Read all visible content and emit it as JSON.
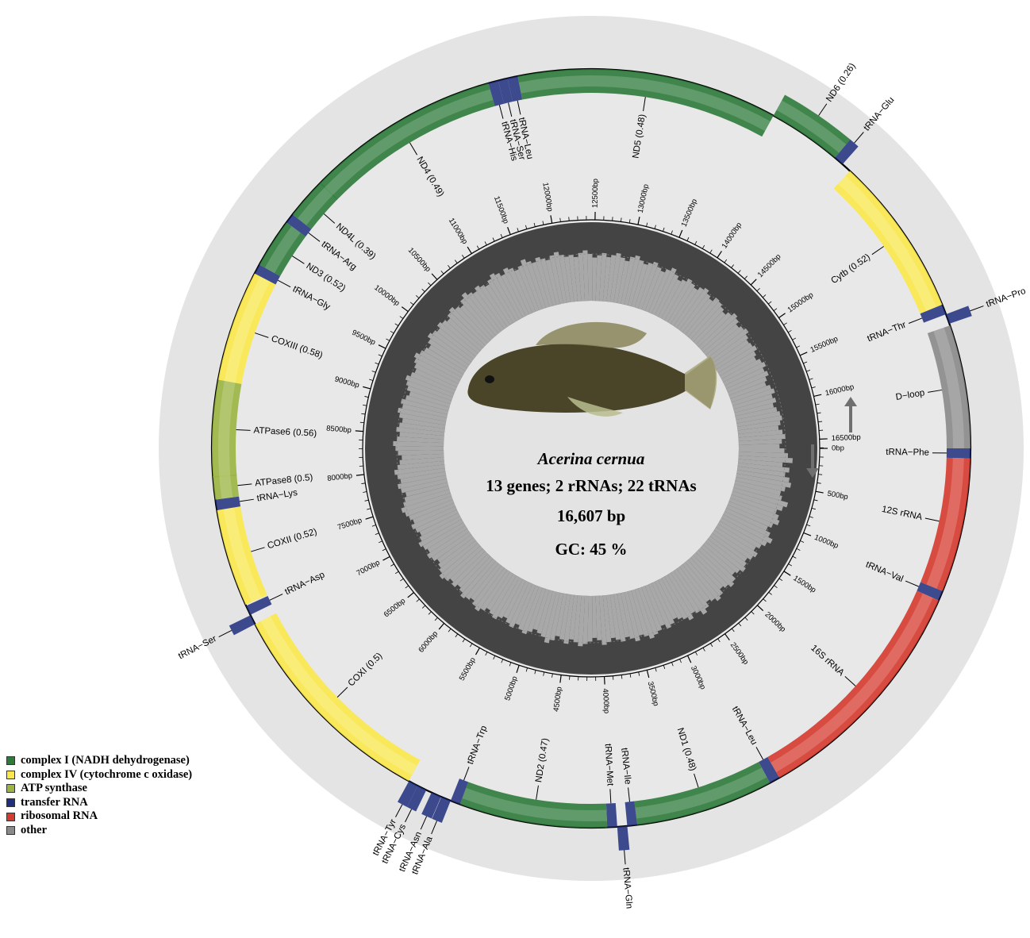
{
  "species": "Acerina cernua",
  "summary": {
    "genes": "13 genes; 2 rRNAs; 22 tRNAs",
    "length": "16,607 bp",
    "gc": "GC: 45 %"
  },
  "colors": {
    "complex_I": "#2e7a3a",
    "complex_IV": "#fae84a",
    "atp": "#9ab540",
    "trna": "#1f2f7e",
    "rrna": "#d63a2e",
    "other": "#8a8a8a"
  },
  "legend": [
    {
      "key": "complex_I",
      "label": "complex I (NADH dehydrogenase)",
      "color": "#2e7a3a"
    },
    {
      "key": "complex_IV",
      "label": "complex IV (cytochrome c oxidase)",
      "color": "#fae84a"
    },
    {
      "key": "atp",
      "label": "ATP synthase",
      "color": "#9ab540"
    },
    {
      "key": "trna",
      "label": "transfer RNA",
      "color": "#1f2f7e"
    },
    {
      "key": "rrna",
      "label": "ribosomal RNA",
      "color": "#d63a2e"
    },
    {
      "key": "other",
      "label": "other",
      "color": "#8a8a8a"
    }
  ],
  "genome_length": 16607,
  "features": [
    {
      "label": "tRNA−Phe",
      "start": 0,
      "end": 70,
      "type": "trna",
      "strand": "+"
    },
    {
      "label": "12S rRNA",
      "start": 70,
      "end": 1020,
      "type": "rrna",
      "strand": "+"
    },
    {
      "label": "tRNA−Val",
      "start": 1020,
      "end": 1090,
      "type": "trna",
      "strand": "+"
    },
    {
      "label": "16S rRNA",
      "start": 1090,
      "end": 2780,
      "type": "rrna",
      "strand": "+"
    },
    {
      "label": "tRNA−Leu",
      "start": 2780,
      "end": 2855,
      "type": "trna",
      "strand": "+"
    },
    {
      "label": "ND1 (0.48)",
      "start": 2855,
      "end": 3830,
      "type": "complex_I",
      "strand": "+"
    },
    {
      "label": "tRNA−Ile",
      "start": 3830,
      "end": 3900,
      "type": "trna",
      "strand": "+"
    },
    {
      "label": "tRNA−Gln",
      "start": 3900,
      "end": 3970,
      "type": "trna",
      "strand": "-"
    },
    {
      "label": "tRNA−Met",
      "start": 3970,
      "end": 4040,
      "type": "trna",
      "strand": "+"
    },
    {
      "label": "ND2 (0.47)",
      "start": 4040,
      "end": 5085,
      "type": "complex_I",
      "strand": "+"
    },
    {
      "label": "tRNA−Trp",
      "start": 5085,
      "end": 5155,
      "type": "trna",
      "strand": "+"
    },
    {
      "label": "tRNA−Ala",
      "start": 5155,
      "end": 5225,
      "type": "trna",
      "strand": "-"
    },
    {
      "label": "tRNA−Asn",
      "start": 5227,
      "end": 5300,
      "type": "trna",
      "strand": "-"
    },
    {
      "label": "tRNA−Cys",
      "start": 5340,
      "end": 5406,
      "type": "trna",
      "strand": "-"
    },
    {
      "label": "tRNA−Tyr",
      "start": 5406,
      "end": 5476,
      "type": "trna",
      "strand": "-"
    },
    {
      "label": "COXI (0.5)",
      "start": 5478,
      "end": 7030,
      "type": "complex_IV",
      "strand": "+"
    },
    {
      "label": "tRNA−Ser",
      "start": 7030,
      "end": 7100,
      "type": "trna",
      "strand": "-"
    },
    {
      "label": "tRNA−Asp",
      "start": 7103,
      "end": 7172,
      "type": "trna",
      "strand": "+"
    },
    {
      "label": "COXII (0.52)",
      "start": 7180,
      "end": 7870,
      "type": "complex_IV",
      "strand": "+"
    },
    {
      "label": "tRNA−Lys",
      "start": 7870,
      "end": 7945,
      "type": "trna",
      "strand": "+"
    },
    {
      "label": "ATPase8 (0.5)",
      "start": 7945,
      "end": 8110,
      "type": "atp",
      "strand": "+"
    },
    {
      "label": "ATPase6 (0.56)",
      "start": 8100,
      "end": 8785,
      "type": "atp",
      "strand": "+"
    },
    {
      "label": "COXIII (0.58)",
      "start": 8785,
      "end": 9570,
      "type": "complex_IV",
      "strand": "+"
    },
    {
      "label": "tRNA−Gly",
      "start": 9570,
      "end": 9640,
      "type": "trna",
      "strand": "+"
    },
    {
      "label": "ND3 (0.52)",
      "start": 9640,
      "end": 9990,
      "type": "complex_I",
      "strand": "+"
    },
    {
      "label": "tRNA−Arg",
      "start": 9990,
      "end": 10060,
      "type": "trna",
      "strand": "+"
    },
    {
      "label": "ND4L (0.39)",
      "start": 10060,
      "end": 10355,
      "type": "complex_I",
      "strand": "+"
    },
    {
      "label": "ND4 (0.49)",
      "start": 10350,
      "end": 11730,
      "type": "complex_I",
      "strand": "+"
    },
    {
      "label": "tRNA−His",
      "start": 11730,
      "end": 11800,
      "type": "trna",
      "strand": "+"
    },
    {
      "label": "tRNA−Ser",
      "start": 11800,
      "end": 11867,
      "type": "trna",
      "strand": "+"
    },
    {
      "label": "tRNA−Leu",
      "start": 11867,
      "end": 11940,
      "type": "trna",
      "strand": "+"
    },
    {
      "label": "ND5 (0.48)",
      "start": 11940,
      "end": 13780,
      "type": "complex_I",
      "strand": "+"
    },
    {
      "label": "ND6 (0.26)",
      "start": 13780,
      "end": 14300,
      "type": "complex_I",
      "strand": "-"
    },
    {
      "label": "tRNA−Glu",
      "start": 14300,
      "end": 14370,
      "type": "trna",
      "strand": "-"
    },
    {
      "label": "Cytb (0.52)",
      "start": 14440,
      "end": 15580,
      "type": "complex_IV",
      "strand": "+"
    },
    {
      "label": "tRNA−Thr",
      "start": 15580,
      "end": 15652,
      "type": "trna",
      "strand": "+"
    },
    {
      "label": "tRNA−Pro",
      "start": 15652,
      "end": 15722,
      "type": "trna",
      "strand": "-"
    },
    {
      "label": "D−loop",
      "start": 15735,
      "end": 16607,
      "type": "other",
      "strand": "+"
    }
  ],
  "ticks": {
    "step_bp": 500,
    "labels": [
      "0bp",
      "500bp",
      "1000bp",
      "1500bp",
      "2000bp",
      "2500bp",
      "3000bp",
      "3500bp",
      "4000bp",
      "4500bp",
      "5000bp",
      "5500bp",
      "6000bp",
      "6500bp",
      "7000bp",
      "7500bp",
      "8000bp",
      "8500bp",
      "9000bp",
      "9500bp",
      "10000bp",
      "10500bp",
      "11000bp",
      "11500bp",
      "12000bp",
      "12500bp",
      "13000bp",
      "13500bp",
      "14000bp",
      "14500bp",
      "15000bp",
      "15500bp",
      "16000bp",
      "16500bp"
    ]
  },
  "gc_content": {
    "mean": 0.45,
    "values": [
      0.44,
      0.47,
      0.51,
      0.43,
      0.49,
      0.46,
      0.5,
      0.52,
      0.48,
      0.45,
      0.47,
      0.53,
      0.5,
      0.46,
      0.49,
      0.51,
      0.47,
      0.44,
      0.48,
      0.52,
      0.49,
      0.46,
      0.43,
      0.47,
      0.45,
      0.42,
      0.44,
      0.46,
      0.43,
      0.41,
      0.45,
      0.47,
      0.44,
      0.42,
      0.46,
      0.48,
      0.45,
      0.43,
      0.47,
      0.5,
      0.46,
      0.44,
      0.48,
      0.45,
      0.43,
      0.41,
      0.44,
      0.46,
      0.42,
      0.45,
      0.47,
      0.49,
      0.46,
      0.44,
      0.48,
      0.45,
      0.43,
      0.46,
      0.44,
      0.42,
      0.45,
      0.47,
      0.43,
      0.41,
      0.44,
      0.46,
      0.48,
      0.45,
      0.43,
      0.47,
      0.44,
      0.42,
      0.46,
      0.49,
      0.45,
      0.43,
      0.41,
      0.44,
      0.47,
      0.45,
      0.42,
      0.46,
      0.44,
      0.41,
      0.43,
      0.46,
      0.44,
      0.42,
      0.45,
      0.48,
      0.46,
      0.43,
      0.45,
      0.47,
      0.44,
      0.42,
      0.45,
      0.43,
      0.46,
      0.48,
      0.45,
      0.43,
      0.41,
      0.44,
      0.46,
      0.43,
      0.45,
      0.47,
      0.44,
      0.42,
      0.44,
      0.46,
      0.43,
      0.45,
      0.47,
      0.49,
      0.46,
      0.44,
      0.42,
      0.45,
      0.47,
      0.44,
      0.46,
      0.48,
      0.45,
      0.43,
      0.41,
      0.44,
      0.46,
      0.48,
      0.45,
      0.43,
      0.46,
      0.44,
      0.42,
      0.45,
      0.47,
      0.44,
      0.46,
      0.43,
      0.41,
      0.44,
      0.46,
      0.48,
      0.45,
      0.43,
      0.45,
      0.47,
      0.49,
      0.46,
      0.44,
      0.42,
      0.45,
      0.48,
      0.46,
      0.44,
      0.47,
      0.45,
      0.43,
      0.46,
      0.48,
      0.45,
      0.43,
      0.47,
      0.5,
      0.47,
      0.45,
      0.48,
      0.46,
      0.44,
      0.47,
      0.5,
      0.48,
      0.45,
      0.49,
      0.47,
      0.44,
      0.46,
      0.5,
      0.47,
      0.45,
      0.48,
      0.46,
      0.44,
      0.47,
      0.49,
      0.46,
      0.44,
      0.45,
      0.43,
      0.46,
      0.48,
      0.45,
      0.42,
      0.44,
      0.46,
      0.43,
      0.45,
      0.47,
      0.44,
      0.42,
      0.46,
      0.48,
      0.45,
      0.43,
      0.45,
      0.47,
      0.44,
      0.42,
      0.45,
      0.48,
      0.44,
      0.41,
      0.43,
      0.46,
      0.44,
      0.42,
      0.45,
      0.47,
      0.44,
      0.42,
      0.46,
      0.45,
      0.43,
      0.41,
      0.44,
      0.47,
      0.45,
      0.42,
      0.44,
      0.46,
      0.43,
      0.41,
      0.42,
      0.44,
      0.41,
      0.39,
      0.42,
      0.44,
      0.41,
      0.43,
      0.4,
      0.38,
      0.41,
      0.43,
      0.4,
      0.42,
      0.39,
      0.41,
      0.43,
      0.44,
      0.42,
      0.4,
      0.43,
      0.45,
      0.42,
      0.4
    ]
  }
}
